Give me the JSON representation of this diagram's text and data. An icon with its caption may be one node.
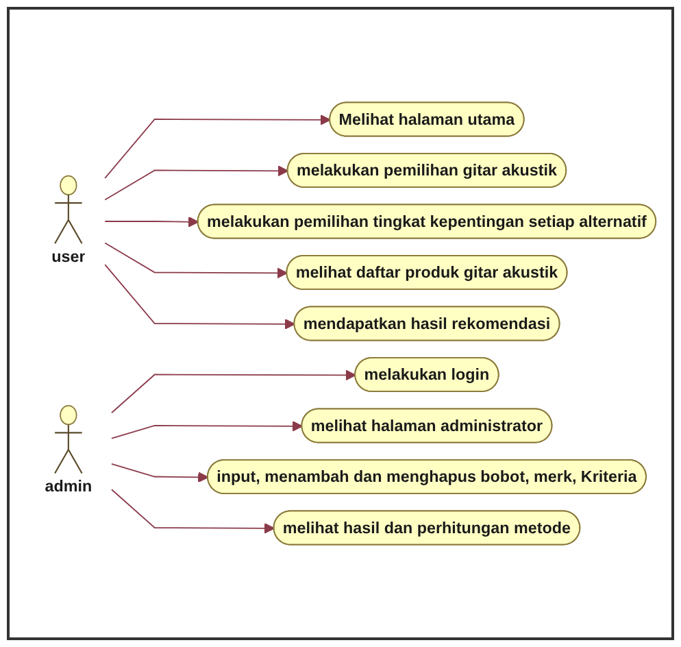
{
  "diagram": {
    "nodes": [
      {
        "text": [
          "user"
        ]
      },
      {
        "text": [
          "Melihat halaman utama"
        ]
      },
      {
        "text": [
          "melakukan pemilihan gitar akustik"
        ]
      },
      {
        "text": [
          "melakukan pemilihan tingkat kepentingan setiap alternatif"
        ]
      },
      {
        "text": [
          "melihat daftar produk gitar akustik"
        ]
      },
      {
        "text": [
          "mendapatkan hasil rekomendasi"
        ]
      },
      {
        "text": [
          "admin"
        ]
      },
      {
        "text": [
          "melakukan login"
        ]
      },
      {
        "text": [
          "melihat halaman administrator"
        ]
      },
      {
        "text": [
          "input, menambah dan menghapus bobot, merk, Kriteria"
        ]
      },
      {
        "text": [
          "melihat hasil dan perhitungan metode"
        ]
      }
    ],
    "edges": [
      {
        "from": 0,
        "to": 1,
        "arrow": "to"
      },
      {
        "from": 0,
        "to": 2,
        "arrow": "to"
      },
      {
        "from": 0,
        "to": 3,
        "arrow": "to"
      },
      {
        "from": 0,
        "to": 4,
        "arrow": "to"
      },
      {
        "from": 0,
        "to": 5,
        "arrow": "to"
      },
      {
        "from": 6,
        "to": 7,
        "arrow": "to"
      },
      {
        "from": 6,
        "to": 8,
        "arrow": "to"
      },
      {
        "from": 6,
        "to": 9,
        "arrow": "to"
      },
      {
        "from": 6,
        "to": 10,
        "arrow": "to"
      }
    ]
  }
}
